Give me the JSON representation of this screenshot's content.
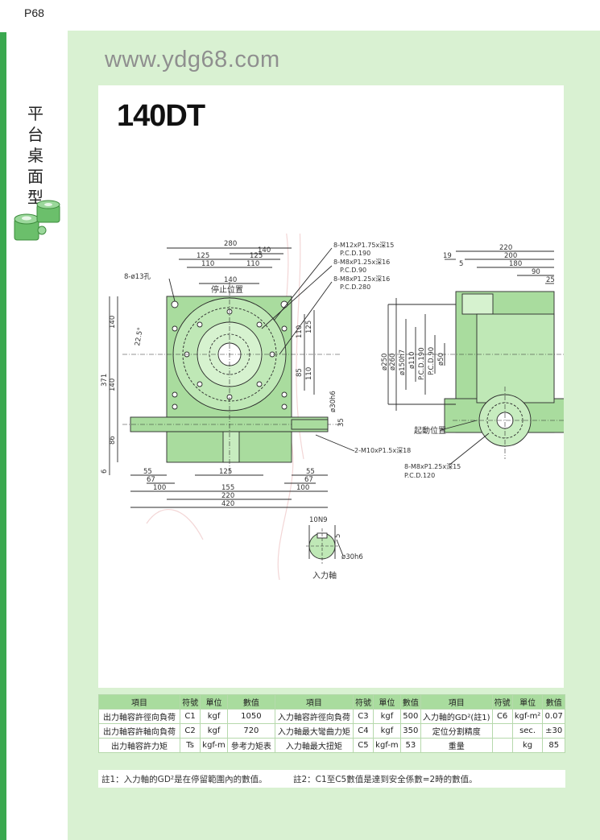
{
  "page": {
    "number": "P68"
  },
  "sidebar": {
    "title_chars": [
      "平",
      "台",
      "桌",
      "面",
      "型"
    ]
  },
  "header": {
    "website": "www.ydg68.com",
    "model": "140DT"
  },
  "drawing": {
    "front_view": {
      "dims_top": [
        "280",
        "140",
        "125",
        "125",
        "110",
        "110",
        "140"
      ],
      "label_hole": "8-ø13孔",
      "label_stop": "停止位置",
      "angle": "22.5°",
      "dims_left": [
        "140",
        "371",
        "140",
        "86",
        "6"
      ],
      "dims_right": [
        "110",
        "125",
        "85",
        "110"
      ],
      "shaft_dims": [
        "ø30h6",
        "35"
      ],
      "dims_bottom": [
        "55",
        "67",
        "125",
        "55",
        "67",
        "100",
        "155",
        "100",
        "220",
        "420"
      ],
      "callouts": [
        "8-M12xP1.75x深15",
        "P.C.D.190",
        "8-M8xP1.25x深16",
        "P.C.D.90",
        "8-M8xP1.25x深16",
        "P.C.D.280",
        "2-M10xP1.5x深18"
      ]
    },
    "side_view": {
      "dims_top": [
        "220",
        "200",
        "180",
        "90",
        "25",
        "19",
        "5"
      ],
      "dims_vertical": [
        "ø250",
        "ø260",
        "ø150h7",
        "ø110",
        "P.C.D.190",
        "P.C.D.90",
        "ø50"
      ],
      "label_start": "起動位置",
      "callouts": [
        "8-M8xP1.25x深15",
        "P.C.D.120"
      ]
    },
    "input_shaft": {
      "keyway": "10N9",
      "depth": "5",
      "diameter": "ø30h6",
      "label": "入力軸"
    }
  },
  "specs": {
    "headers": [
      "項目",
      "符號",
      "單位",
      "數值",
      "項目",
      "符號",
      "單位",
      "數值",
      "項目",
      "符號",
      "單位",
      "數值"
    ],
    "rows": [
      [
        "出力軸容許徑向負荷",
        "C1",
        "kgf",
        "1050",
        "入力軸容許徑向負荷",
        "C3",
        "kgf",
        "500",
        "入力軸的GD²(註1)",
        "C6",
        "kgf-m²",
        "0.07"
      ],
      [
        "出力軸容許軸向負荷",
        "C2",
        "kgf",
        "720",
        "入力軸最大彎曲力矩",
        "C4",
        "kgf",
        "350",
        "定位分割精度",
        "",
        "sec.",
        "±30"
      ],
      [
        "出力軸容許力矩",
        "Ts",
        "kgf-m",
        "參考力矩表",
        "入力軸最大扭矩",
        "C5",
        "kgf-m",
        "53",
        "重量",
        "",
        "kg",
        "85"
      ]
    ]
  },
  "notes": {
    "note1": "註1：入力軸的GD²是在停留範圍內的數值。",
    "note2": "註2：C1至C5數值是達到安全係數=2時的數值。"
  }
}
